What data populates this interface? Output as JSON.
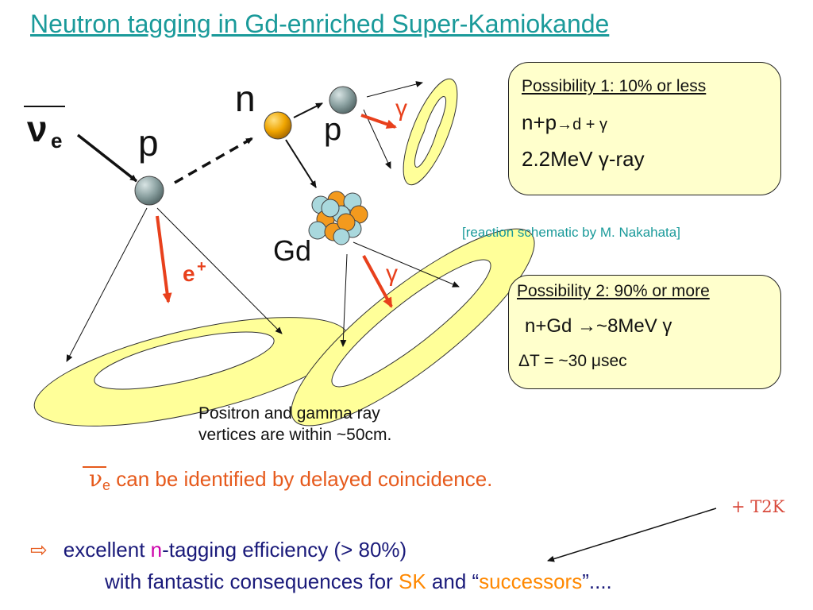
{
  "title": "Neutron tagging in Gd-enriched Super-Kamiokande",
  "diagram": {
    "nu": "ν",
    "nu_sub": "e",
    "p_label": "p",
    "n_label": "n",
    "p2_label": "p",
    "gd_label": "Gd",
    "e_label": "e",
    "e_sup": "+",
    "gamma1": "γ",
    "gamma2": "γ"
  },
  "box1": {
    "heading": "Possibility 1: 10% or less",
    "reaction_a": "n+p",
    "reaction_arrow": "→",
    "reaction_b": "d + γ",
    "energy": "2.2MeV γ-ray"
  },
  "credit": "[reaction schematic by M. Nakahata]",
  "box2": {
    "heading": "Possibility 2: 90% or more",
    "reaction": "n+Gd →~8MeV γ",
    "timing": "ΔT = ~30  μsec"
  },
  "note": {
    "line1": "Positron and gamma ray",
    "line2": "vertices are within ~50cm."
  },
  "conclusion": {
    "nu": "ν",
    "nu_sub": "e",
    "text": " can be identified by delayed coincidence."
  },
  "t2k": "+ T2K",
  "bullet": {
    "glyph": "⇨",
    "p1": "excellent  ",
    "n": "n",
    "p2": "-tagging efficiency  (> 80%)",
    "p3": "with fantastic consequences for ",
    "sk": "SK",
    "p4": " and “",
    "successors": "successors",
    "p5": "”...."
  },
  "colors": {
    "title": "#1a9a9a",
    "box_fill": "#ffffcc",
    "ring_fill": "#ffff99",
    "proton": "#7f9a9a",
    "neutron": "#f0a500",
    "arrow_red": "#e8401c",
    "text_blue": "#1a1a7a",
    "accent_orange": "#e65a1c"
  }
}
